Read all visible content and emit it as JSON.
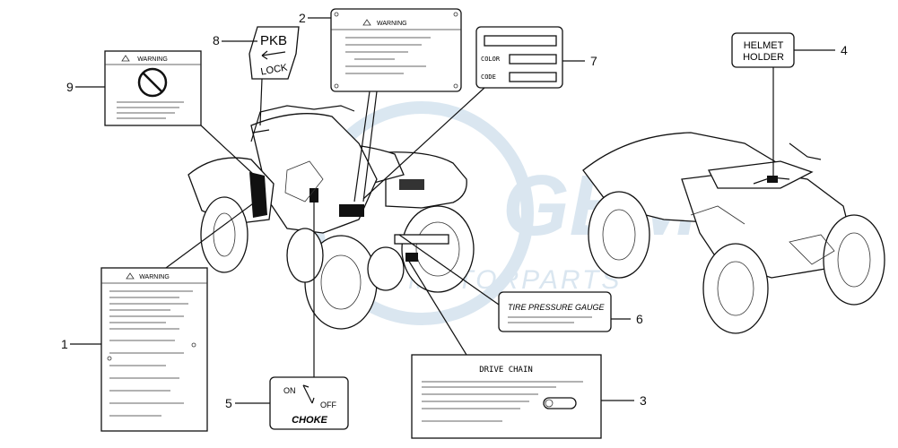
{
  "callouts": [
    {
      "num": "1"
    },
    {
      "num": "2"
    },
    {
      "num": "3"
    },
    {
      "num": "4"
    },
    {
      "num": "5"
    },
    {
      "num": "6"
    },
    {
      "num": "7"
    },
    {
      "num": "8"
    },
    {
      "num": "9"
    }
  ],
  "labels": {
    "warning_small": "WARNING",
    "warning_large": "WARNING",
    "warning_top": "WARNING",
    "pkb": "PKB",
    "lock": "LOCK",
    "color": "COLOR",
    "code": "CODE",
    "helmet": "HELMET",
    "holder": "HOLDER",
    "choke_on": "ON",
    "choke_off": "OFF",
    "choke": "CHOKE",
    "tire_pressure_gauge": "TIRE PRESSURE GAUGE",
    "drive_chain": "DRIVE CHAIN"
  },
  "watermark": {
    "logo": "GEM",
    "sub": "MOTORPARTS"
  },
  "colors": {
    "line": "#111111",
    "watermark": "#d6e4ef"
  }
}
